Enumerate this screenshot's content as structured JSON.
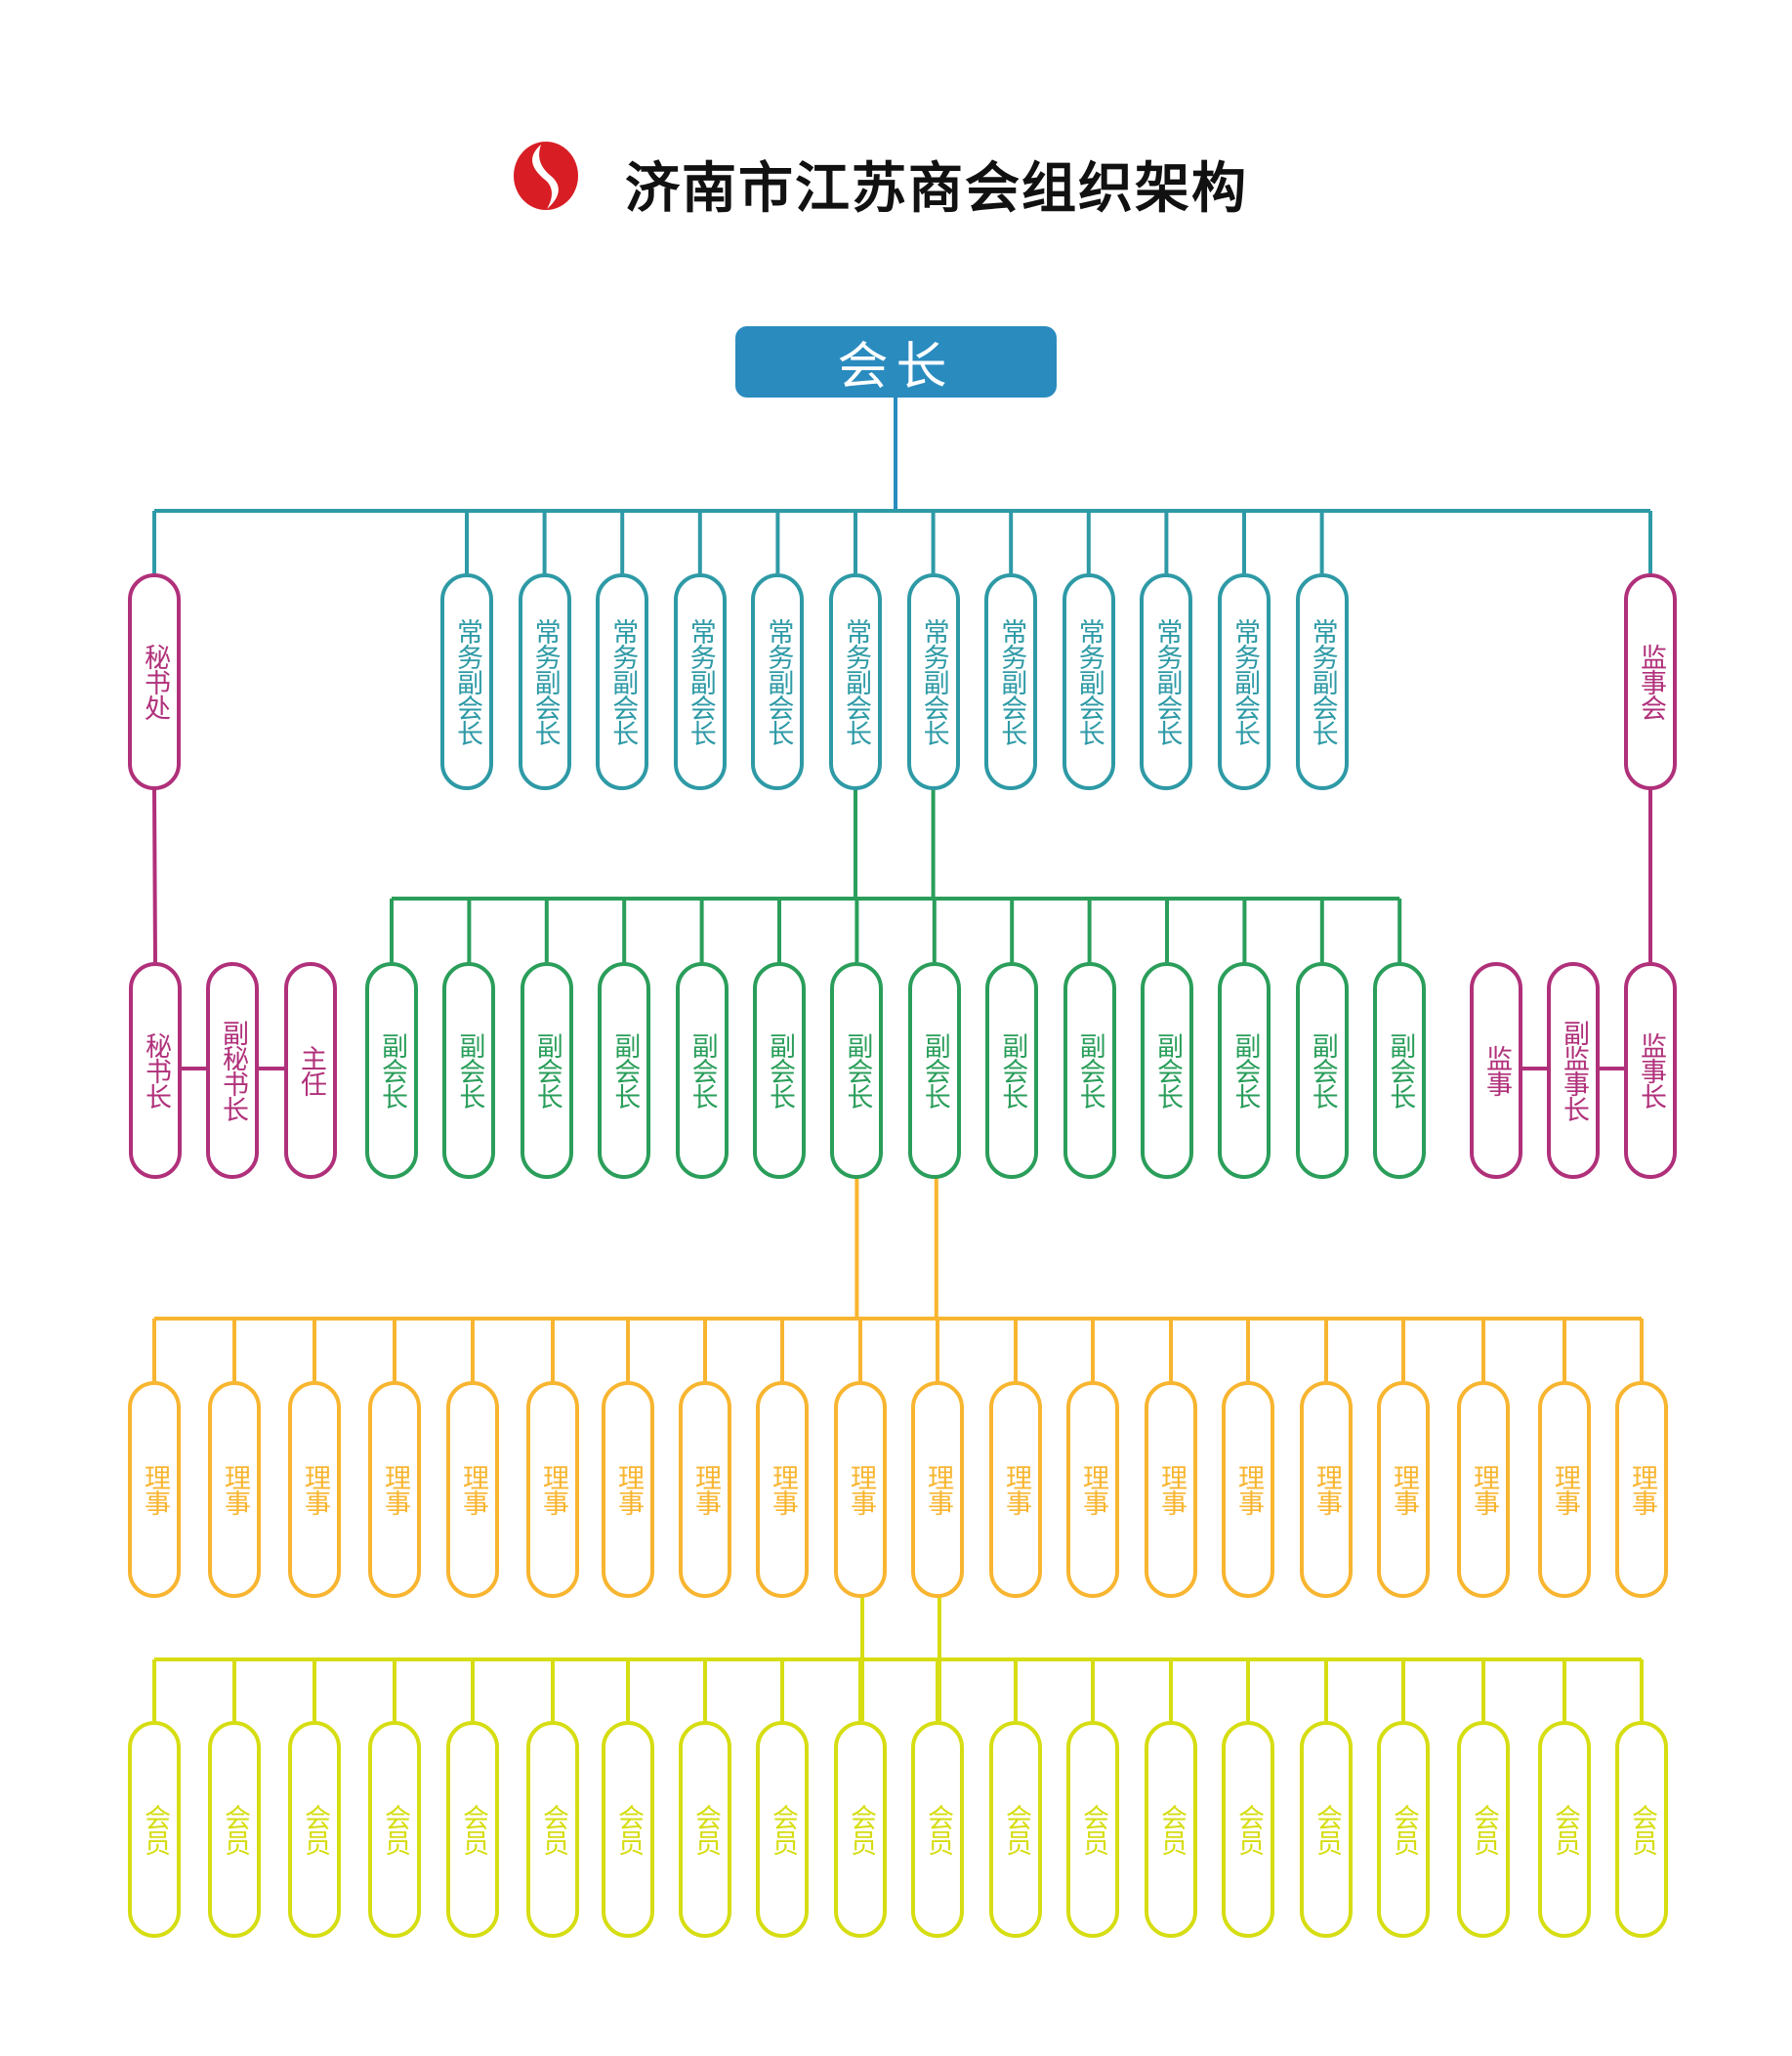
{
  "title": "济南市江苏商会组织架构",
  "logo": "S",
  "colors": {
    "root": "#2a8bbf",
    "teal": "#2e9aa6",
    "purple": "#b0307a",
    "green": "#2a9e5a",
    "orange": "#f8b530",
    "yellow": "#d6dd12"
  },
  "root": {
    "label": "会长"
  },
  "secretariat": {
    "label": "秘书处"
  },
  "supervisory_board": {
    "label": "监事会"
  },
  "executive_vice_presidents": [
    "常务副会长",
    "常务副会长",
    "常务副会长",
    "常务副会长",
    "常务副会长",
    "常务副会长",
    "常务副会长",
    "常务副会长",
    "常务副会长",
    "常务副会长",
    "常务副会长",
    "常务副会长"
  ],
  "secretariat_staff": [
    "秘书长",
    "副秘书长",
    "主任"
  ],
  "vice_presidents": [
    "副会长",
    "副会长",
    "副会长",
    "副会长",
    "副会长",
    "副会长",
    "副会长",
    "副会长",
    "副会长",
    "副会长",
    "副会长",
    "副会长",
    "副会长",
    "副会长"
  ],
  "supervisors": [
    "监事",
    "副监事长",
    "监事长"
  ],
  "directors": [
    "理事",
    "理事",
    "理事",
    "理事",
    "理事",
    "理事",
    "理事",
    "理事",
    "理事",
    "理事",
    "理事",
    "理事",
    "理事",
    "理事",
    "理事",
    "理事",
    "理事",
    "理事",
    "理事",
    "理事"
  ],
  "members": [
    "会员",
    "会员",
    "会员",
    "会员",
    "会员",
    "会员",
    "会员",
    "会员",
    "会员",
    "会员",
    "会员",
    "会员",
    "会员",
    "会员",
    "会员",
    "会员",
    "会员",
    "会员",
    "会员",
    "会员"
  ]
}
